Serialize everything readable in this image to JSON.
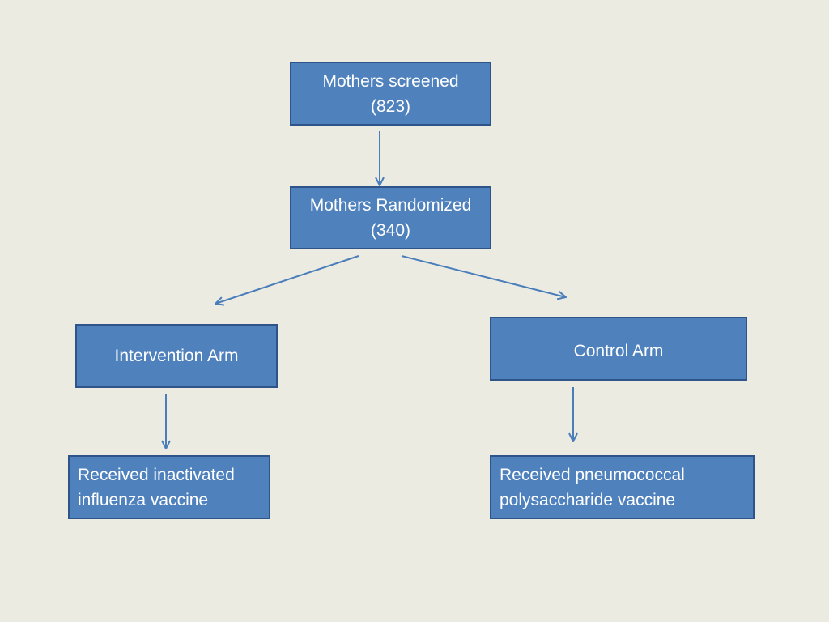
{
  "colors": {
    "background": "#ecebe2",
    "box_fill": "#4f81bd",
    "box_border": "#2f5489",
    "arrow": "#4a7ebb"
  },
  "flowchart": {
    "screened": {
      "line1": "Mothers screened",
      "line2": "(823)"
    },
    "randomized": {
      "line1": "Mothers Randomized",
      "line2": "(340)"
    },
    "intervention_arm": {
      "label": "Intervention Arm"
    },
    "control_arm": {
      "label": "Control Arm"
    },
    "intervention_outcome": {
      "line1": "Received inactivated",
      "line2": "influenza vaccine"
    },
    "control_outcome": {
      "line1": "Received pneumococcal",
      "line2": "polysaccharide vaccine"
    }
  }
}
